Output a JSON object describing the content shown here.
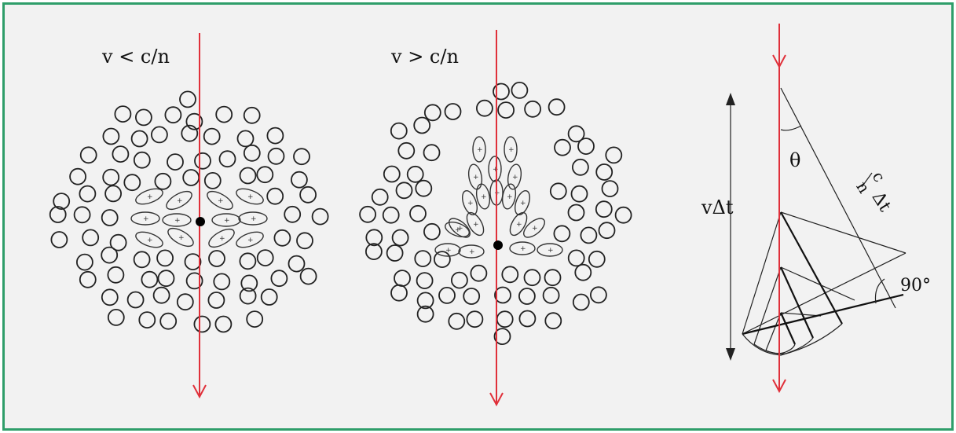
{
  "panels": [
    {
      "id": "subluminal",
      "condition": "v < c/n"
    },
    {
      "id": "superluminal",
      "condition": "v > c/n"
    }
  ],
  "geometry_panel": {
    "theta": "θ",
    "distance_label": "vΔt",
    "wavefront_label_c": "c",
    "wavefront_label_n": "n",
    "wavefront_label_dt": "Δt",
    "right_angle": "90°"
  },
  "polarization_signs": {
    "plus": "+",
    "minus": "−"
  },
  "colors": {
    "frame": "#2f9e6a",
    "background": "#f2f2f2",
    "particle_track": "#e0303a"
  }
}
